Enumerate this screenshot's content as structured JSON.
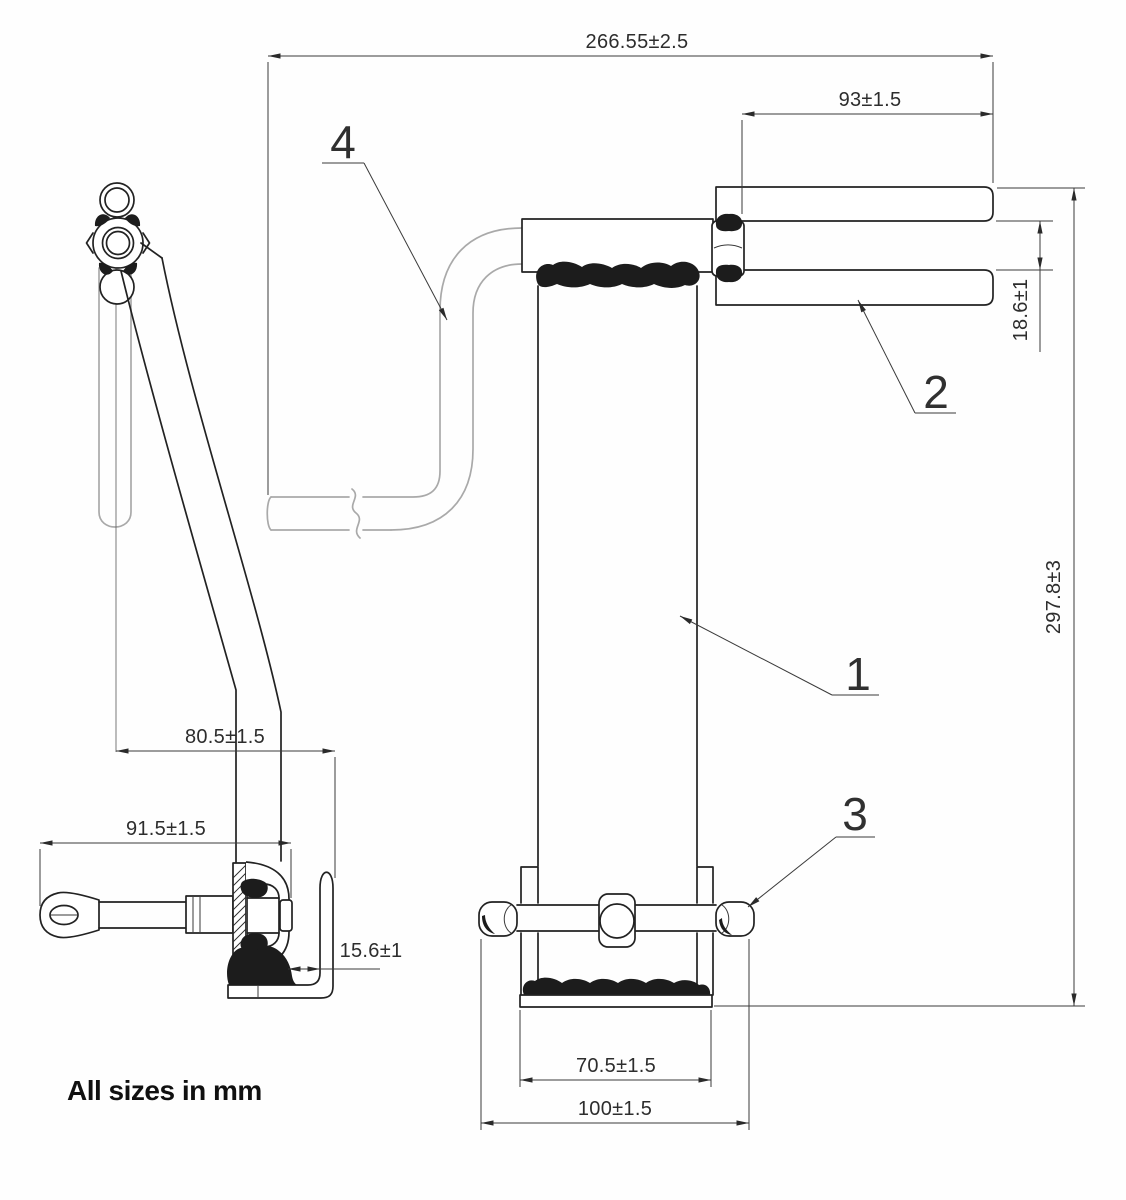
{
  "drawing": {
    "note": "All sizes in mm",
    "dims": {
      "overall_length": "266.55±2.5",
      "fork_length": "93±1.5",
      "fork_gap": "18.6±1",
      "overall_height": "297.8±3",
      "arm_offset": "80.5±1.5",
      "eyebolt_length": "91.5±1.5",
      "clamp_gap": "15.6±1",
      "base_width": "70.5±1.5",
      "crossbar_span": "100±1.5"
    },
    "part_labels": {
      "column": "1",
      "fork": "2",
      "crossbar": "3",
      "tube": "4"
    }
  }
}
